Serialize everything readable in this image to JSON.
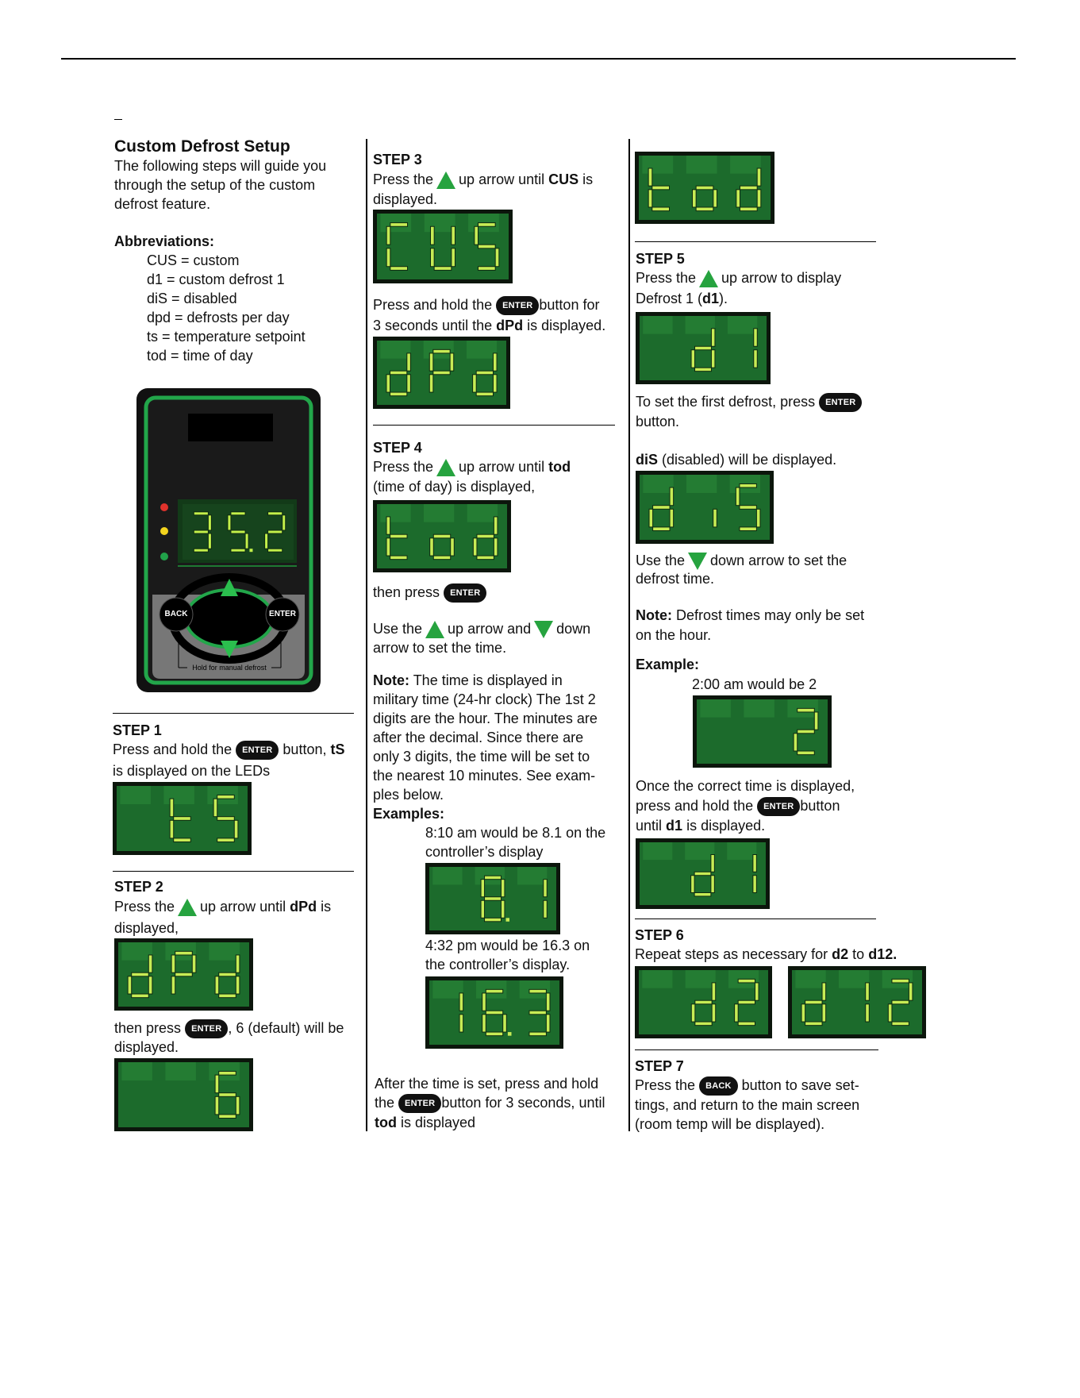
{
  "setup": {
    "title": "Custom Defrost Setup",
    "intro": [
      "The following steps will guide you",
      "through the setup of the custom",
      "defrost feature."
    ],
    "abbr_title": "Abbreviations:",
    "abbr": [
      "CUS = custom",
      "d1 = custom defrost 1",
      "diS = disabled",
      "dpd = defrosts per day",
      "ts = temperature setpoint",
      "tod = time of day"
    ]
  },
  "controller": {
    "display": "35.2",
    "back_label": "BACK",
    "enter_label": "ENTER",
    "hold_label": "Hold for manual defrost"
  },
  "labels": {
    "enter": "ENTER",
    "back": "BACK"
  },
  "step1": {
    "title": "STEP 1",
    "l1a": "Press and hold the",
    "l1b": "button,",
    "l1c": "tS",
    "l2": "is displayed on the LEDs",
    "lcd": "tS"
  },
  "step2": {
    "title": "STEP 2",
    "l1a": "Press the",
    "l1b": "up arrow until",
    "l1c": "dPd",
    "l1d": "is",
    "l2": "displayed,",
    "lcd1": "dPd",
    "l3a": "then press",
    "l3b": ", 6 (default) will be",
    "l4": "displayed.",
    "lcd2": "6"
  },
  "step3": {
    "title": "STEP 3",
    "l1a": "Press the",
    "l1b": "up arrow until",
    "l1c": "CUS",
    "l1d": "is",
    "l2": "displayed.",
    "lcd1": "CUS",
    "l3a": "Press and hold the",
    "l3b": "button for",
    "l4a": "3 seconds until the",
    "l4b": "dPd",
    "l4c": "is displayed.",
    "lcd2": "dPd"
  },
  "step4": {
    "title": "STEP 4",
    "l1a": "Press the",
    "l1b": "up arrow until",
    "l1c": "tod",
    "l2": "(time of day) is displayed,",
    "lcd1": "tod",
    "l3": "then press",
    "l4a": "Use the",
    "l4b": "up arrow and",
    "l4c": "down",
    "l5": "arrow to set the time.",
    "note_label": "Note:",
    "note": [
      "The time is displayed in",
      "military time (24-hr clock) The 1st 2",
      "digits are the hour. The minutes are",
      "after the decimal. Since there are",
      "only 3 digits, the time will be set to",
      "the nearest 10 minutes. See exam-",
      "ples below."
    ],
    "examples_label": "Examples:",
    "ex1": [
      "8:10 am would be 8.1 on the",
      "controller’s display"
    ],
    "ex1_lcd": "8.1",
    "ex2": [
      "4:32 pm would be 16.3 on",
      "the controller’s display."
    ],
    "ex2_lcd": "16.3",
    "after1": "After the time is set, press and hold",
    "after2a": "the",
    "after2b": "button for 3 seconds, until",
    "after3a": "tod",
    "after3b": "is displayed",
    "lcd_top": "tod"
  },
  "step5": {
    "title": "STEP 5",
    "l1a": "Press the",
    "l1b": "up arrow to display",
    "l2a": "Defrost 1 (",
    "l2b": "d1",
    "l2c": ").",
    "lcd1": "d1",
    "l3a": "To set the first defrost, press",
    "l4": "button.",
    "l5a": "diS",
    "l5b": "(disabled) will be displayed.",
    "lcd2": "diS",
    "l6a": "Use the",
    "l6b": "down arrow to set the",
    "l7": "defrost time.",
    "note_label": "Note:",
    "note1": "Defrost times may only be set",
    "note2": "on the hour.",
    "example_label": "Example:",
    "example": "2:00 am would be 2",
    "lcd3": "2",
    "l8": "Once the correct time is displayed,",
    "l9a": "press and hold the",
    "l9b": "button",
    "l10a": "until",
    "l10b": "d1",
    "l10c": "is displayed.",
    "lcd4": "d1"
  },
  "step6": {
    "title": "STEP 6",
    "l1a": "Repeat steps as necessary for",
    "l1b": "d2",
    "l1c": "to",
    "l1d": "d12.",
    "lcd1": "d2",
    "lcd2": "d12"
  },
  "step7": {
    "title": "STEP 7",
    "l1a": "Press the",
    "l1b": "button to save set-",
    "l2": "tings, and return to the main screen",
    "l3": "(room temp will be displayed)."
  }
}
